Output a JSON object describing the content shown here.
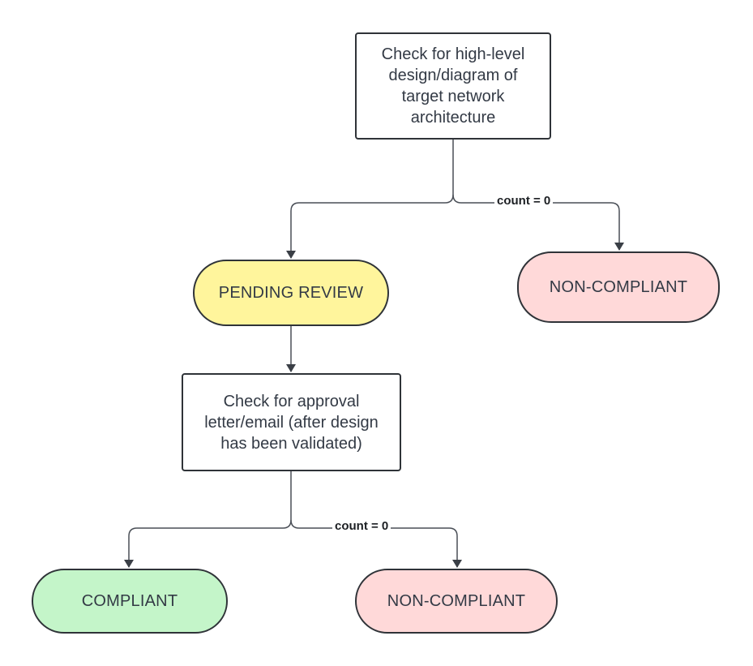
{
  "nodes": {
    "check_design": {
      "text": "Check for high-level design/diagram of target network architecture"
    },
    "pending_review": {
      "text": "PENDING REVIEW",
      "color": "#fff59c"
    },
    "non_compliant_1": {
      "text": "NON-COMPLIANT",
      "color": "#ffd9d9"
    },
    "check_approval": {
      "text": "Check for approval letter/email (after design has been validated)"
    },
    "compliant": {
      "text": "COMPLIANT",
      "color": "#c4f5c9"
    },
    "non_compliant_2": {
      "text": "NON-COMPLIANT",
      "color": "#ffd9d9"
    }
  },
  "edges": {
    "design_to_noncompliant": {
      "label": "count = 0"
    },
    "approval_to_noncompliant": {
      "label": "count = 0"
    }
  },
  "colors": {
    "stroke": "#2f3338",
    "connector": "#4a4f57"
  }
}
